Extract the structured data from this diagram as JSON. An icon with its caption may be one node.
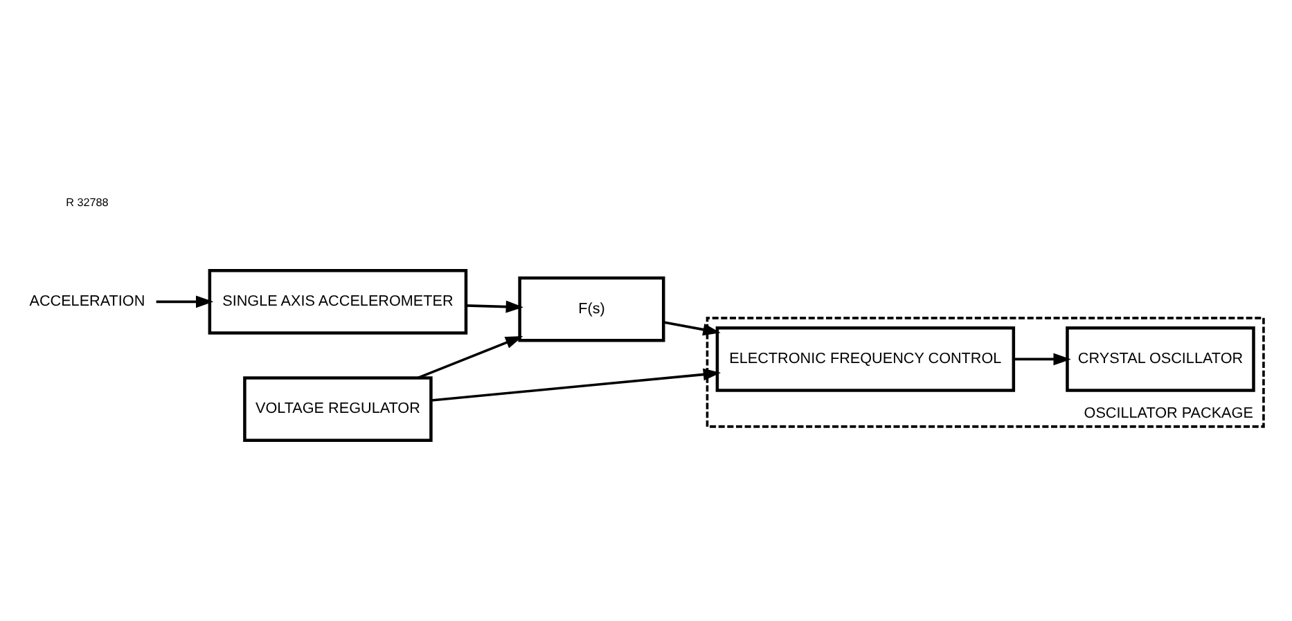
{
  "diagram": {
    "nodes": [
      {
        "text": [
          "ACCELERATION"
        ]
      },
      {
        "text": [
          "SINGLE AXIS ACCELEROMETER"
        ]
      },
      {
        "text": [
          "F(s)"
        ]
      },
      {
        "text": [
          "VOLTAGE REGULATOR"
        ]
      },
      {
        "text": [
          "OSCILLATOR PACKAGE"
        ]
      },
      {
        "text": [
          "ELECTRONIC FREQUENCY CONTROL"
        ],
        "in": 4
      },
      {
        "text": [
          "CRYSTAL OSCILLATOR"
        ],
        "in": 4
      }
    ],
    "edges": [
      {
        "from": 0,
        "to": 1,
        "arrow": "to"
      },
      {
        "from": 1,
        "to": 2,
        "arrow": "to"
      },
      {
        "from": 3,
        "to": 2,
        "arrow": "to"
      },
      {
        "from": 3,
        "to": 5,
        "arrow": "to"
      },
      {
        "from": 2,
        "to": 5,
        "arrow": "to"
      },
      {
        "from": 5,
        "to": 6,
        "arrow": "to"
      }
    ],
    "labels": [
      "R 32788"
    ]
  }
}
